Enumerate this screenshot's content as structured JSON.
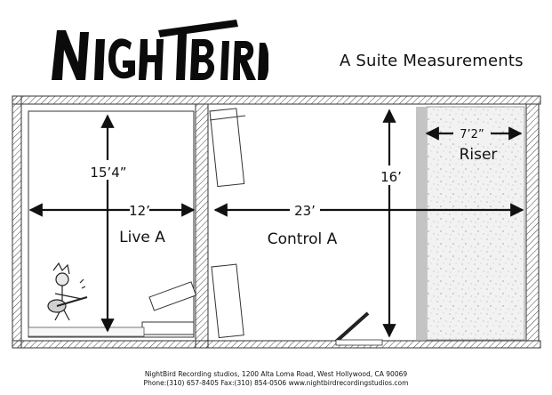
{
  "header": {
    "logo_text": "NIGHTBIRD",
    "subtitle": "A Suite Measurements"
  },
  "rooms": {
    "live": {
      "name": "Live A",
      "width_label": "12’",
      "depth_label": "15’4”"
    },
    "control": {
      "name": "Control A",
      "width_label": "23’",
      "depth_label": "16’"
    },
    "riser": {
      "name": "Riser",
      "width_label": "7’2”"
    }
  },
  "footer": {
    "line1": "NightBird Recording studios, 1200 Alta Loma Road, West Hollywood, CA 90069",
    "line2": "Phone:(310) 657-8405 Fax:(310) 854-0506 www.nightbirdrecordingstudios.com"
  }
}
